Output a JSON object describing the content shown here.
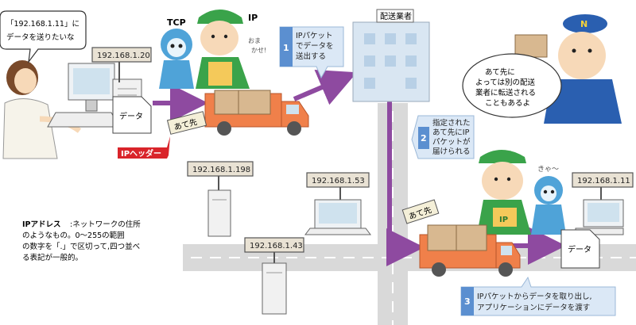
{
  "speech": {
    "user_line1": "「192.168.1.11」に",
    "user_line2": "データを送りたいな",
    "courier_line1": "あて先に",
    "courier_line2": "よっては別の配送",
    "courier_line3": "業者に転送される",
    "courier_line4": "こともあるよ",
    "ip_char": "おま",
    "ip_char2": "かせ!",
    "receiver_char": "きゃ〜"
  },
  "labels": {
    "tcp": "TCP",
    "ip": "IP",
    "courier_company": "配送業者",
    "data": "データ",
    "destination": "あて先",
    "ip_header": "IPヘッダー",
    "courier_cap_letter": "N",
    "truck_ip": "IP"
  },
  "addresses": {
    "sender": "192.168.1.20",
    "host_a": "192.168.1.198",
    "host_b": "192.168.1.53",
    "host_c": "192.168.1.43",
    "receiver": "192.168.1.11"
  },
  "steps": [
    {
      "num": "1",
      "lines": [
        "IPパケット",
        "でデータを",
        "送出する"
      ]
    },
    {
      "num": "2",
      "lines": [
        "指定された",
        "あて先にIP",
        "パケットが",
        "届けられる"
      ]
    },
    {
      "num": "3",
      "lines": [
        "IPパケットからデータを取り出し,",
        "アプリケーションにデータを渡す"
      ]
    }
  ],
  "note": {
    "term": "IPアドレス",
    "line1": ":ネットワークの住所",
    "line2": "のようなもの。0〜255の範囲",
    "line3": "の数字を「.」で区切って,四つ並べ",
    "line4": "る表記が一般的。"
  },
  "colors": {
    "road": "#d9d9d9",
    "arrow": "#8e4aa0",
    "truck": "#f0804a",
    "step_box": "#5b8fd0",
    "step_panel": "#dbe8f6",
    "ip_header": "#d9242a"
  }
}
